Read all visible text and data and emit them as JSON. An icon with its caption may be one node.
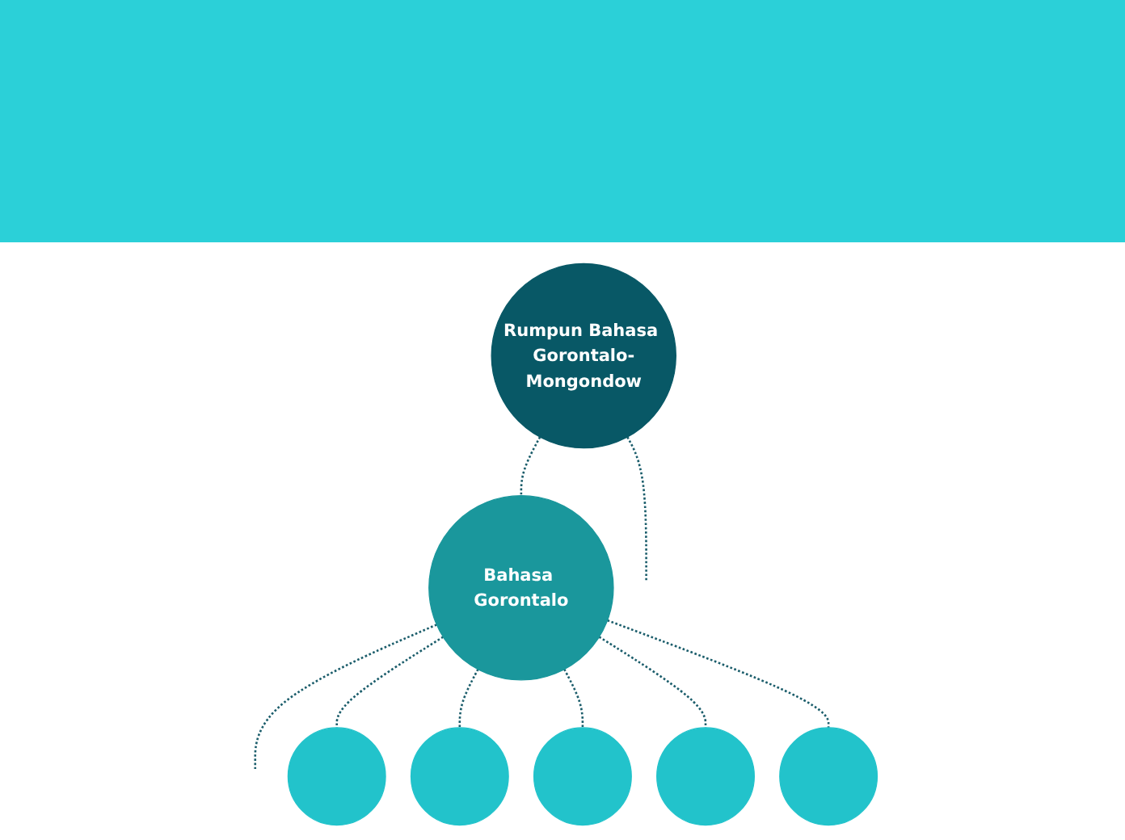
{
  "diagram": {
    "nodes": [
      {
        "text": [
          "Rumpun Bahasa Gorontalo-Mongondow"
        ]
      },
      {
        "text": [
          "Bahasa Gorontalo"
        ]
      },
      {
        "text": [],
        "shape": "circle"
      },
      {
        "text": [],
        "shape": "circle"
      },
      {
        "text": [],
        "shape": "circle"
      },
      {
        "text": [],
        "shape": "circle"
      },
      {
        "text": [],
        "shape": "circle"
      }
    ],
    "edges": [
      {
        "from": 0,
        "to": 1,
        "arrow": "none",
        "style": "dashed"
      },
      {
        "from": 0,
        "to": null,
        "arrow": "none",
        "style": "dashed"
      },
      {
        "from": 1,
        "to": null,
        "arrow": "none",
        "style": "dashed"
      },
      {
        "from": 1,
        "to": 2,
        "arrow": "none",
        "style": "dashed"
      },
      {
        "from": 1,
        "to": 3,
        "arrow": "none",
        "style": "dashed"
      },
      {
        "from": 1,
        "to": 4,
        "arrow": "none",
        "style": "dashed"
      },
      {
        "from": 1,
        "to": 5,
        "arrow": "none",
        "style": "dashed"
      },
      {
        "from": 1,
        "to": 6,
        "arrow": "none",
        "style": "dashed"
      }
    ]
  }
}
